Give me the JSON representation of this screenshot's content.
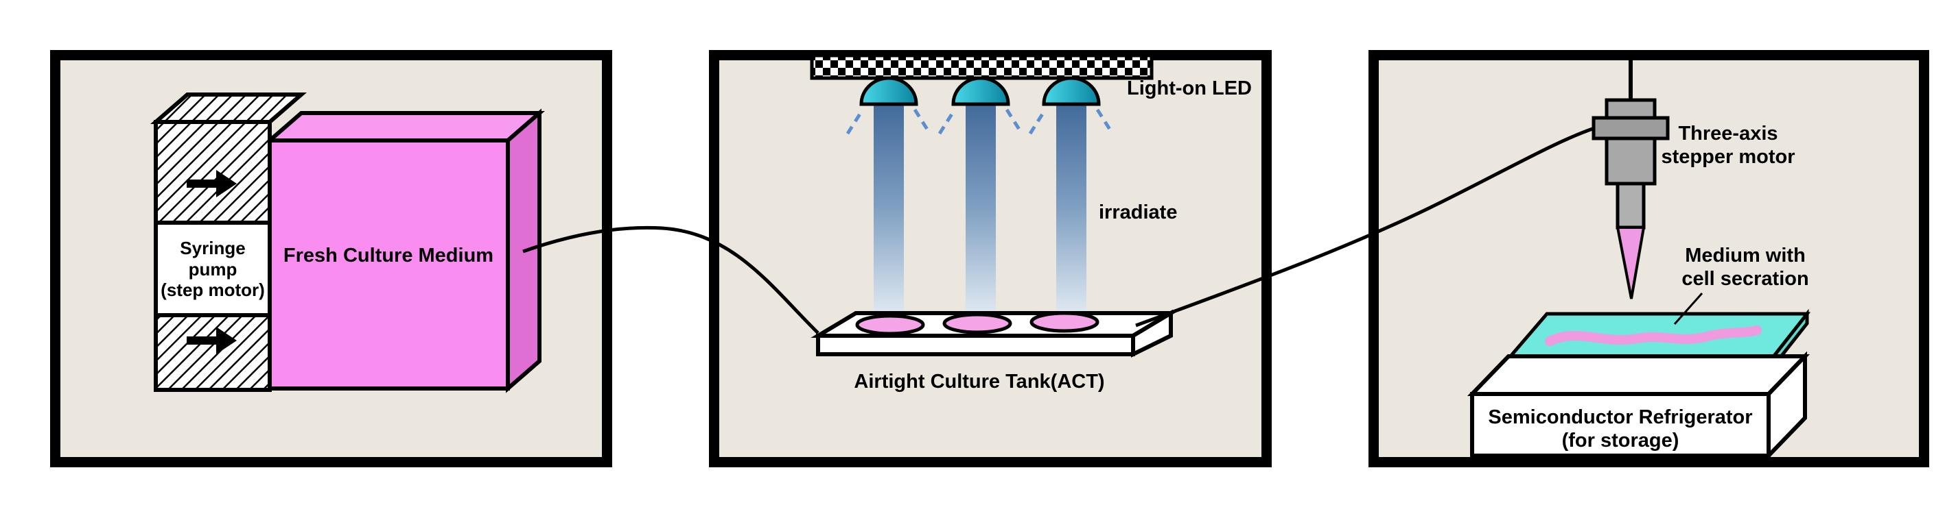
{
  "panels": {
    "syringe": {
      "pump_label": "Syringe\npump\n(step motor)",
      "medium_label": "Fresh Culture Medium"
    },
    "culture": {
      "led_label": "Light-on LED",
      "irradiate_label": "irradiate",
      "tank_label": "Airtight Culture Tank(ACT)"
    },
    "deposit": {
      "motor_label": "Three-axis\nstepper motor",
      "secretion_label": "Medium with\ncell secration",
      "fridge_label": "Semiconductor Refrigerator\n(for storage)"
    }
  },
  "colors": {
    "panel_bg": "#ebe7de",
    "outline": "#000000",
    "medium_pink": "#fa8df0",
    "medium_pink_top": "#f79af0",
    "medium_pink_side": "#e06fd4",
    "dish_pink": "#f5a4e8",
    "plate_cyan": "#6fe9dd",
    "squiggle_pink": "#f09ae0",
    "led_cyan": "#2ec8dc",
    "beam_blue": "#41699a",
    "ray_blue": "#5b8fd0",
    "motor_gray": "#a8a8a8"
  }
}
